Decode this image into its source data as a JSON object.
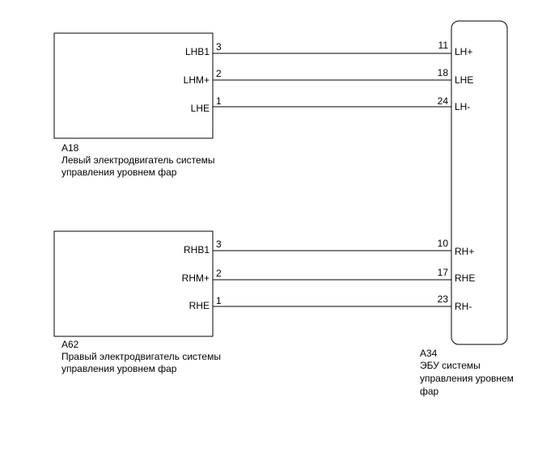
{
  "components": {
    "left_motor": {
      "code": "A18",
      "caption_line1": "Левый электродвигатель системы",
      "caption_line2": "управления уровнем фар",
      "pins": [
        {
          "name": "LHB1",
          "num": "3"
        },
        {
          "name": "LHM+",
          "num": "2"
        },
        {
          "name": "LHE",
          "num": "1"
        }
      ]
    },
    "right_motor": {
      "code": "A62",
      "caption_line1": "Правый электродвигатель системы",
      "caption_line2": "управления уровнем фар",
      "pins": [
        {
          "name": "RHB1",
          "num": "3"
        },
        {
          "name": "RHM+",
          "num": "2"
        },
        {
          "name": "RHE",
          "num": "1"
        }
      ]
    },
    "ecu": {
      "code": "A34",
      "caption_line1": "ЭБУ системы",
      "caption_line2": "управления уровнем",
      "caption_line3": "фар",
      "pins_left": [
        {
          "name": "LH+",
          "num": "11"
        },
        {
          "name": "LHE",
          "num": "18"
        },
        {
          "name": "LH-",
          "num": "24"
        }
      ],
      "pins_right": [
        {
          "name": "RH+",
          "num": "10"
        },
        {
          "name": "RHE",
          "num": "17"
        },
        {
          "name": "RH-",
          "num": "23"
        }
      ]
    }
  }
}
